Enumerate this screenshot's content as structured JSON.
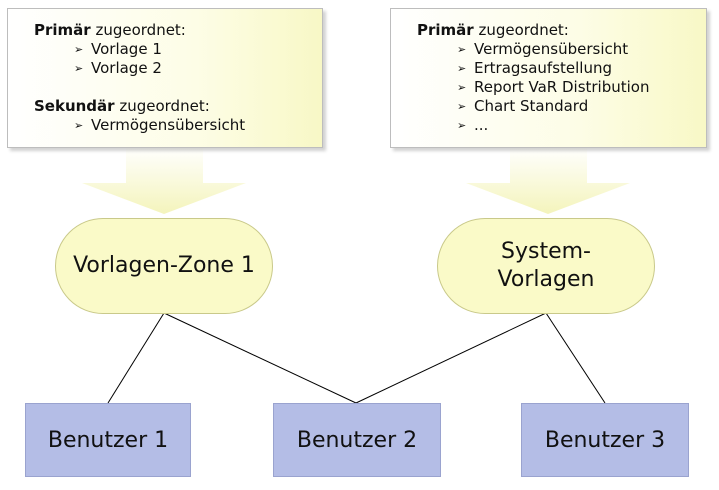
{
  "note_left": {
    "primary_bold": "Primär",
    "primary_rest": " zugeordnet:",
    "primary_items": [
      "Vorlage 1",
      "Vorlage 2"
    ],
    "secondary_bold": "Sekundär",
    "secondary_rest": " zugeordnet:",
    "secondary_items": [
      "Vermögensübersicht"
    ]
  },
  "note_right": {
    "primary_bold": "Primär",
    "primary_rest": " zugeordnet:",
    "primary_items": [
      "Vermögensübersicht",
      "Ertragsaufstellung",
      "Report VaR Distribution",
      "Chart Standard",
      "..."
    ]
  },
  "bullet_glyph": "➢",
  "zones": {
    "zone1": "Vorlagen-Zone 1",
    "system_line1": "System-",
    "system_line2": "Vorlagen"
  },
  "users": [
    "Benutzer 1",
    "Benutzer 2",
    "Benutzer 3"
  ],
  "colors": {
    "note_fill": "#f8f8c6",
    "zone_fill": "#fafac8",
    "user_fill": "#b4bde6",
    "arrow_fill": "#f7f7c4",
    "line": "#000000"
  }
}
